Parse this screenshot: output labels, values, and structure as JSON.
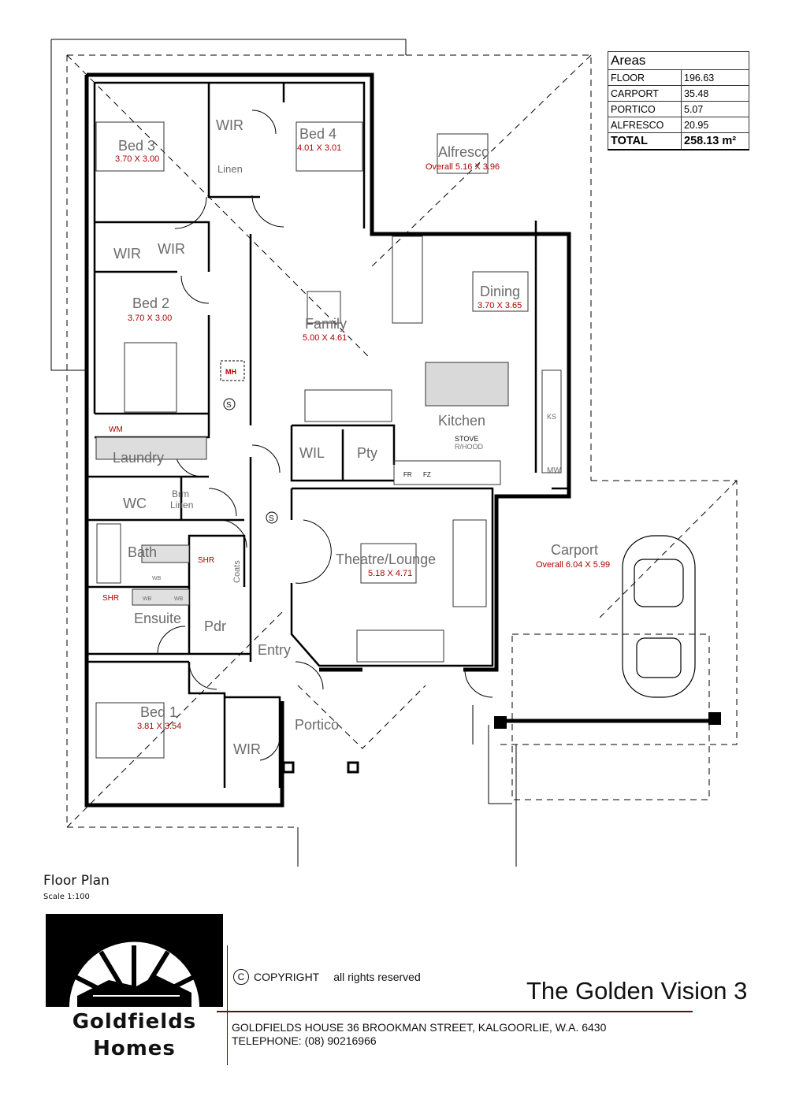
{
  "areas": {
    "title": "Areas",
    "rows": [
      {
        "label": "FLOOR",
        "value": "196.63"
      },
      {
        "label": "CARPORT",
        "value": "35.48"
      },
      {
        "label": "PORTICO",
        "value": "5.07"
      },
      {
        "label": "ALFRESCO",
        "value": "20.95"
      }
    ],
    "total_label": "TOTAL",
    "total_value": "258.13 m²"
  },
  "rooms": {
    "bed3": {
      "name": "Bed 3",
      "dim": "3.70 X 3.00"
    },
    "bed4": {
      "name": "Bed 4",
      "dim": "4.01 X 3.01"
    },
    "bed2": {
      "name": "Bed 2",
      "dim": "3.70 X 3.00"
    },
    "bed1": {
      "name": "Bed 1",
      "dim": "3.81 X 3.54"
    },
    "alfresco": {
      "name": "Alfresco",
      "dim": "Overall  5.16 X 3.96"
    },
    "dining": {
      "name": "Dining",
      "dim": "3.70 X 3.65"
    },
    "family": {
      "name": "Family",
      "dim": "5.00 X 4.61"
    },
    "kitchen": {
      "name": "Kitchen"
    },
    "theatre": {
      "name": "Theatre/Lounge",
      "dim": "5.18 X 4.71"
    },
    "carport": {
      "name": "Carport",
      "dim": "Overall  6.04 X 5.99"
    },
    "wir_top": "WIR",
    "wir_a": "WIR",
    "wir_b": "WIR",
    "wir_bed1": "WIR",
    "linen": "Linen",
    "laundry": "Laundry",
    "wc": "WC",
    "brm_linen": "Brm\nLinen",
    "bath": "Bath",
    "ensuite": "Ensuite",
    "pdr": "Pdr",
    "entry": "Entry",
    "portico": "Portico",
    "wil": "WIL",
    "pty": "Pty",
    "coats": "Coats"
  },
  "fixtures": {
    "mh": "MH",
    "wm": "WM",
    "shr": "SHR",
    "wb": "WB",
    "ks": "KS",
    "mw": "MW",
    "fr": "FR",
    "fz": "FZ",
    "stove": "STOVE",
    "rhood": "R/HOOD",
    "smoke": "S"
  },
  "footer": {
    "floor_plan": "Floor Plan",
    "scale": "Scale 1:100",
    "copyright": "COPYRIGHT",
    "rights": "all rights reserved",
    "plan_name": "The Golden Vision 3",
    "address": "GOLDFIELDS HOUSE 36 BROOKMAN STREET, KALGOORLIE, W.A. 6430",
    "telephone": "TELEPHONE: (08) 90216966",
    "brand_line1": "Goldfields",
    "brand_line2": "Homes",
    "copyright_symbol": "C"
  }
}
